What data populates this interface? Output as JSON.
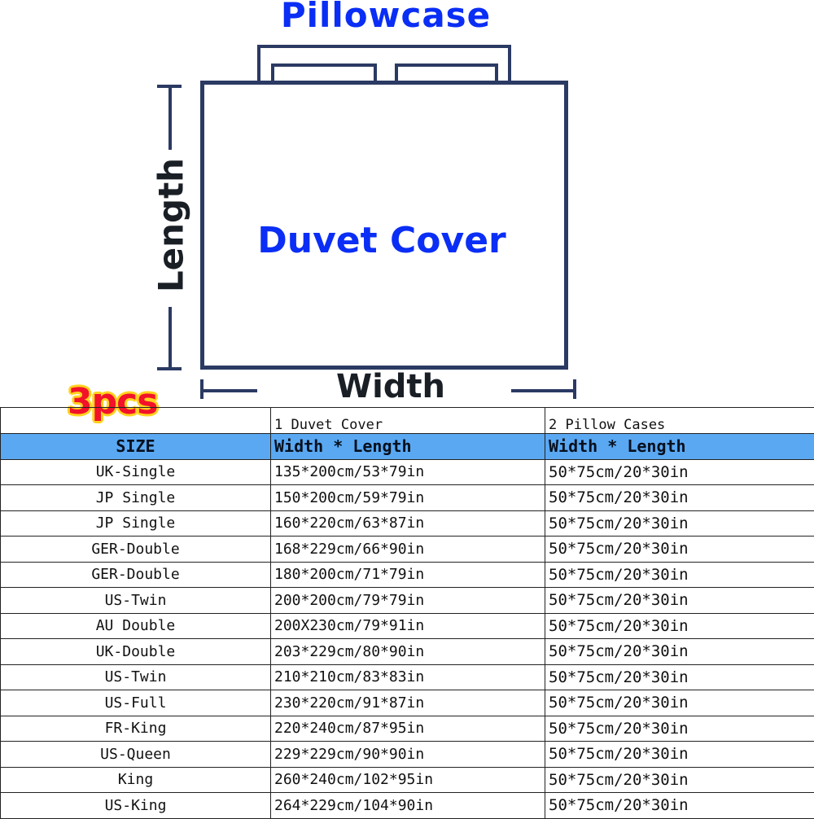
{
  "diagram": {
    "title": "Pillowcase",
    "main_label": "Duvet Cover",
    "length_label": "Length",
    "width_label": "Width",
    "badge": "3pcs"
  },
  "table": {
    "top_row": [
      "",
      "1 Duvet Cover",
      "2 Pillow Cases"
    ],
    "header": [
      "SIZE",
      "Width * Length",
      "Width * Length"
    ],
    "rows": [
      {
        "size": "UK-Single",
        "duvet": "135*200cm/53*79in",
        "pillow": "50*75cm/20*30in"
      },
      {
        "size": "JP Single",
        "duvet": "150*200cm/59*79in",
        "pillow": "50*75cm/20*30in"
      },
      {
        "size": "JP Single",
        "duvet": "160*220cm/63*87in",
        "pillow": "50*75cm/20*30in"
      },
      {
        "size": "GER-Double",
        "duvet": "168*229cm/66*90in",
        "pillow": "50*75cm/20*30in"
      },
      {
        "size": "GER-Double",
        "duvet": "180*200cm/71*79in",
        "pillow": "50*75cm/20*30in"
      },
      {
        "size": "US-Twin",
        "duvet": "200*200cm/79*79in",
        "pillow": "50*75cm/20*30in"
      },
      {
        "size": "AU Double",
        "duvet": "200X230cm/79*91in",
        "pillow": "50*75cm/20*30in"
      },
      {
        "size": "UK-Double",
        "duvet": "203*229cm/80*90in",
        "pillow": "50*75cm/20*30in"
      },
      {
        "size": "US-Twin",
        "duvet": "210*210cm/83*83in",
        "pillow": "50*75cm/20*30in"
      },
      {
        "size": "US-Full",
        "duvet": "230*220cm/91*87in",
        "pillow": "50*75cm/20*30in"
      },
      {
        "size": "FR-King",
        "duvet": "220*240cm/87*95in",
        "pillow": "50*75cm/20*30in"
      },
      {
        "size": "US-Queen",
        "duvet": "229*229cm/90*90in",
        "pillow": "50*75cm/20*30in"
      },
      {
        "size": "King",
        "duvet": "260*240cm/102*95in",
        "pillow": "50*75cm/20*30in"
      },
      {
        "size": "US-King",
        "duvet": "264*229cm/104*90in",
        "pillow": "50*75cm/20*30in"
      }
    ]
  },
  "colors": {
    "title_blue": "#0a2ef5",
    "outline": "#2b3a63",
    "header_bg": "#5aa8f2",
    "badge_red": "#f2122a",
    "badge_outline": "#ffd21f"
  }
}
